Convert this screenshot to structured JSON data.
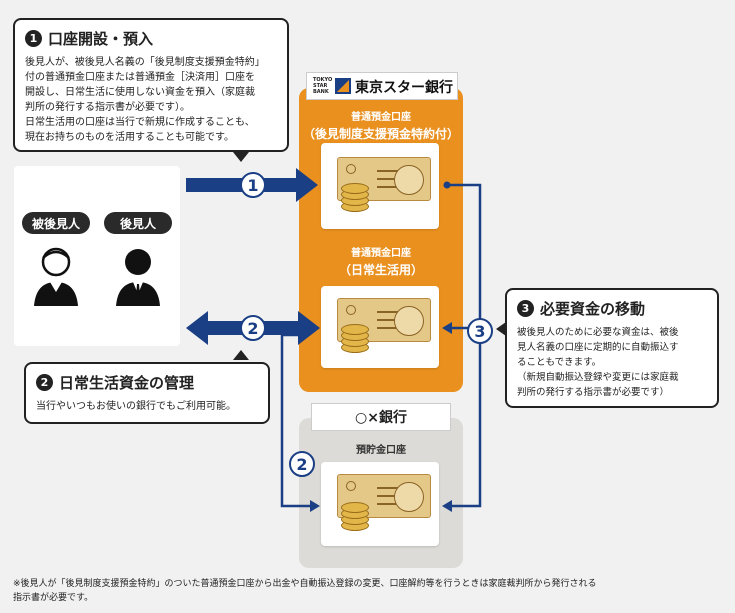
{
  "callout1": {
    "number": "1",
    "title": "口座開設・預入",
    "lines": [
      "後見人が、被後見人名義の「後見制度支援預金特約」",
      "付の普通預金口座または普通預金［決済用］口座を",
      "開設し、日常生活に使用しない資金を預入（家庭裁",
      "判所の発行する指示書が必要です）。",
      "日常生活用の口座は当行で新規に作成することも、",
      "現在お持ちのものを活用することも可能です。"
    ]
  },
  "callout2": {
    "number": "2",
    "title": "日常生活資金の管理",
    "lines": [
      "当行やいつもお使いの銀行でもご利用可能。"
    ]
  },
  "callout3": {
    "number": "3",
    "title": "必要資金の移動",
    "lines": [
      "被後見人のために必要な資金は、被後",
      "見人名義の口座に定期的に自動振込す",
      "ることもできます。",
      "（新規自動振込登録や変更には家庭裁",
      "判所の発行する指示書が必要です）"
    ]
  },
  "people": {
    "ward": "被後見人",
    "guardian": "後見人"
  },
  "bank_main": {
    "logo_small": [
      "TOKYO",
      "STAR",
      "BANK"
    ],
    "name": "東京スター銀行",
    "account1_line1": "普通預金口座",
    "account1_line2": "（後見制度支援預金特約付）",
    "account2_line1": "普通預金口座",
    "account2_line2": "（日常生活用）"
  },
  "bank_other": {
    "name": "○×銀行",
    "account": "預貯金口座"
  },
  "arrow_labels": {
    "a1": "1",
    "a2": "2",
    "a2b": "2",
    "a3": "3"
  },
  "footnote": [
    "※後見人が「後見制度支援預金特約」のついた普通預金口座から出金や自動振込登録の変更、口座解約等を行うときは家庭裁判所から発行される",
    "指示書が必要です。"
  ],
  "colors": {
    "orange": "#e9901f",
    "navy": "#1b3f85",
    "gray_panel": "#dcdbd7",
    "bill": "#e4c887"
  }
}
